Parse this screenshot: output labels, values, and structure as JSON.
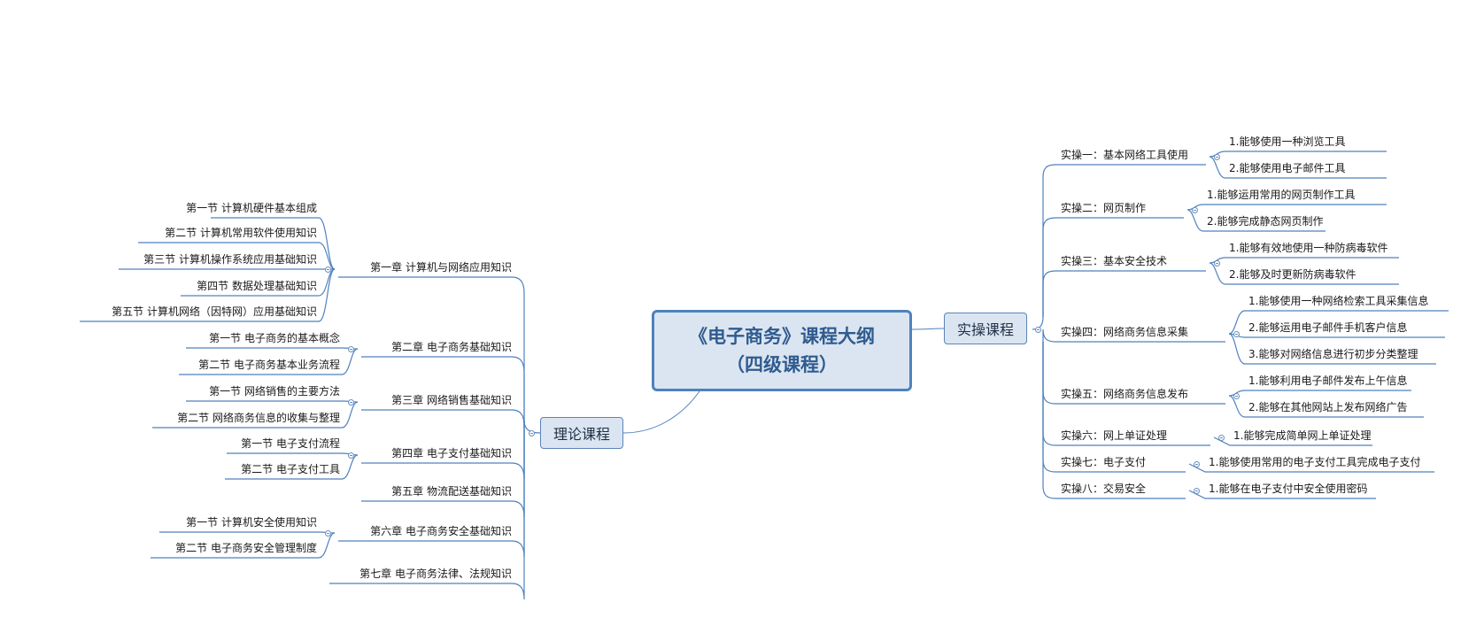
{
  "root": {
    "line1": "《电子商务》课程大纲",
    "line2": "（四级课程）"
  },
  "left": {
    "label": "理论课程",
    "chapters": [
      {
        "label": "第一章 计算机与网络应用知识",
        "sections": [
          "第一节 计算机硬件基本组成",
          "第二节 计算机常用软件使用知识",
          "第三节 计算机操作系统应用基础知识",
          "第四节 数据处理基础知识",
          "第五节 计算机网络（因特网）应用基础知识"
        ]
      },
      {
        "label": "第二章 电子商务基础知识",
        "sections": [
          "第一节 电子商务的基本概念",
          "第二节 电子商务基本业务流程"
        ]
      },
      {
        "label": "第三章 网络销售基础知识",
        "sections": [
          "第一节 网络销售的主要方法",
          "第二节 网络商务信息的收集与整理"
        ]
      },
      {
        "label": "第四章 电子支付基础知识",
        "sections": [
          "第一节 电子支付流程",
          "第二节 电子支付工具"
        ]
      },
      {
        "label": "第五章 物流配送基础知识",
        "sections": []
      },
      {
        "label": "第六章 电子商务安全基础知识",
        "sections": [
          "第一节 计算机安全使用知识",
          "第二节 电子商务安全管理制度"
        ]
      },
      {
        "label": "第七章 电子商务法律、法规知识",
        "sections": []
      }
    ]
  },
  "right": {
    "label": "实操课程",
    "items": [
      {
        "label": "实操一：基本网络工具使用",
        "children": [
          "1.能够使用一种浏览工具",
          "2.能够使用电子邮件工具"
        ]
      },
      {
        "label": "实操二：网页制作",
        "children": [
          "1.能够运用常用的网页制作工具",
          "2.能够完成静态网页制作"
        ]
      },
      {
        "label": "实操三：基本安全技术",
        "children": [
          "1.能够有效地使用一种防病毒软件",
          "2.能够及时更新防病毒软件"
        ]
      },
      {
        "label": "实操四：网络商务信息采集",
        "children": [
          "1.能够使用一种网络检索工具采集信息",
          "2.能够运用电子邮件手机客户信息",
          "3.能够对网络信息进行初步分类整理"
        ]
      },
      {
        "label": "实操五：网络商务信息发布",
        "children": [
          "1.能够利用电子邮件发布上午信息",
          "2.能够在其他网站上发布网络广告"
        ]
      },
      {
        "label": "实操六：网上单证处理",
        "children": [
          "1.能够完成简单网上单证处理"
        ]
      },
      {
        "label": "实操七：电子支付",
        "children": [
          "1.能够使用常用的电子支付工具完成电子支付"
        ]
      },
      {
        "label": "实操八：交易安全",
        "children": [
          "1.能够在电子支付中安全使用密码"
        ]
      }
    ]
  },
  "colors": {
    "line": "#4f81bd",
    "root_fill": "#dbe5f1",
    "root_border": "#4f81bd",
    "root_text": "#2f5b8f"
  }
}
